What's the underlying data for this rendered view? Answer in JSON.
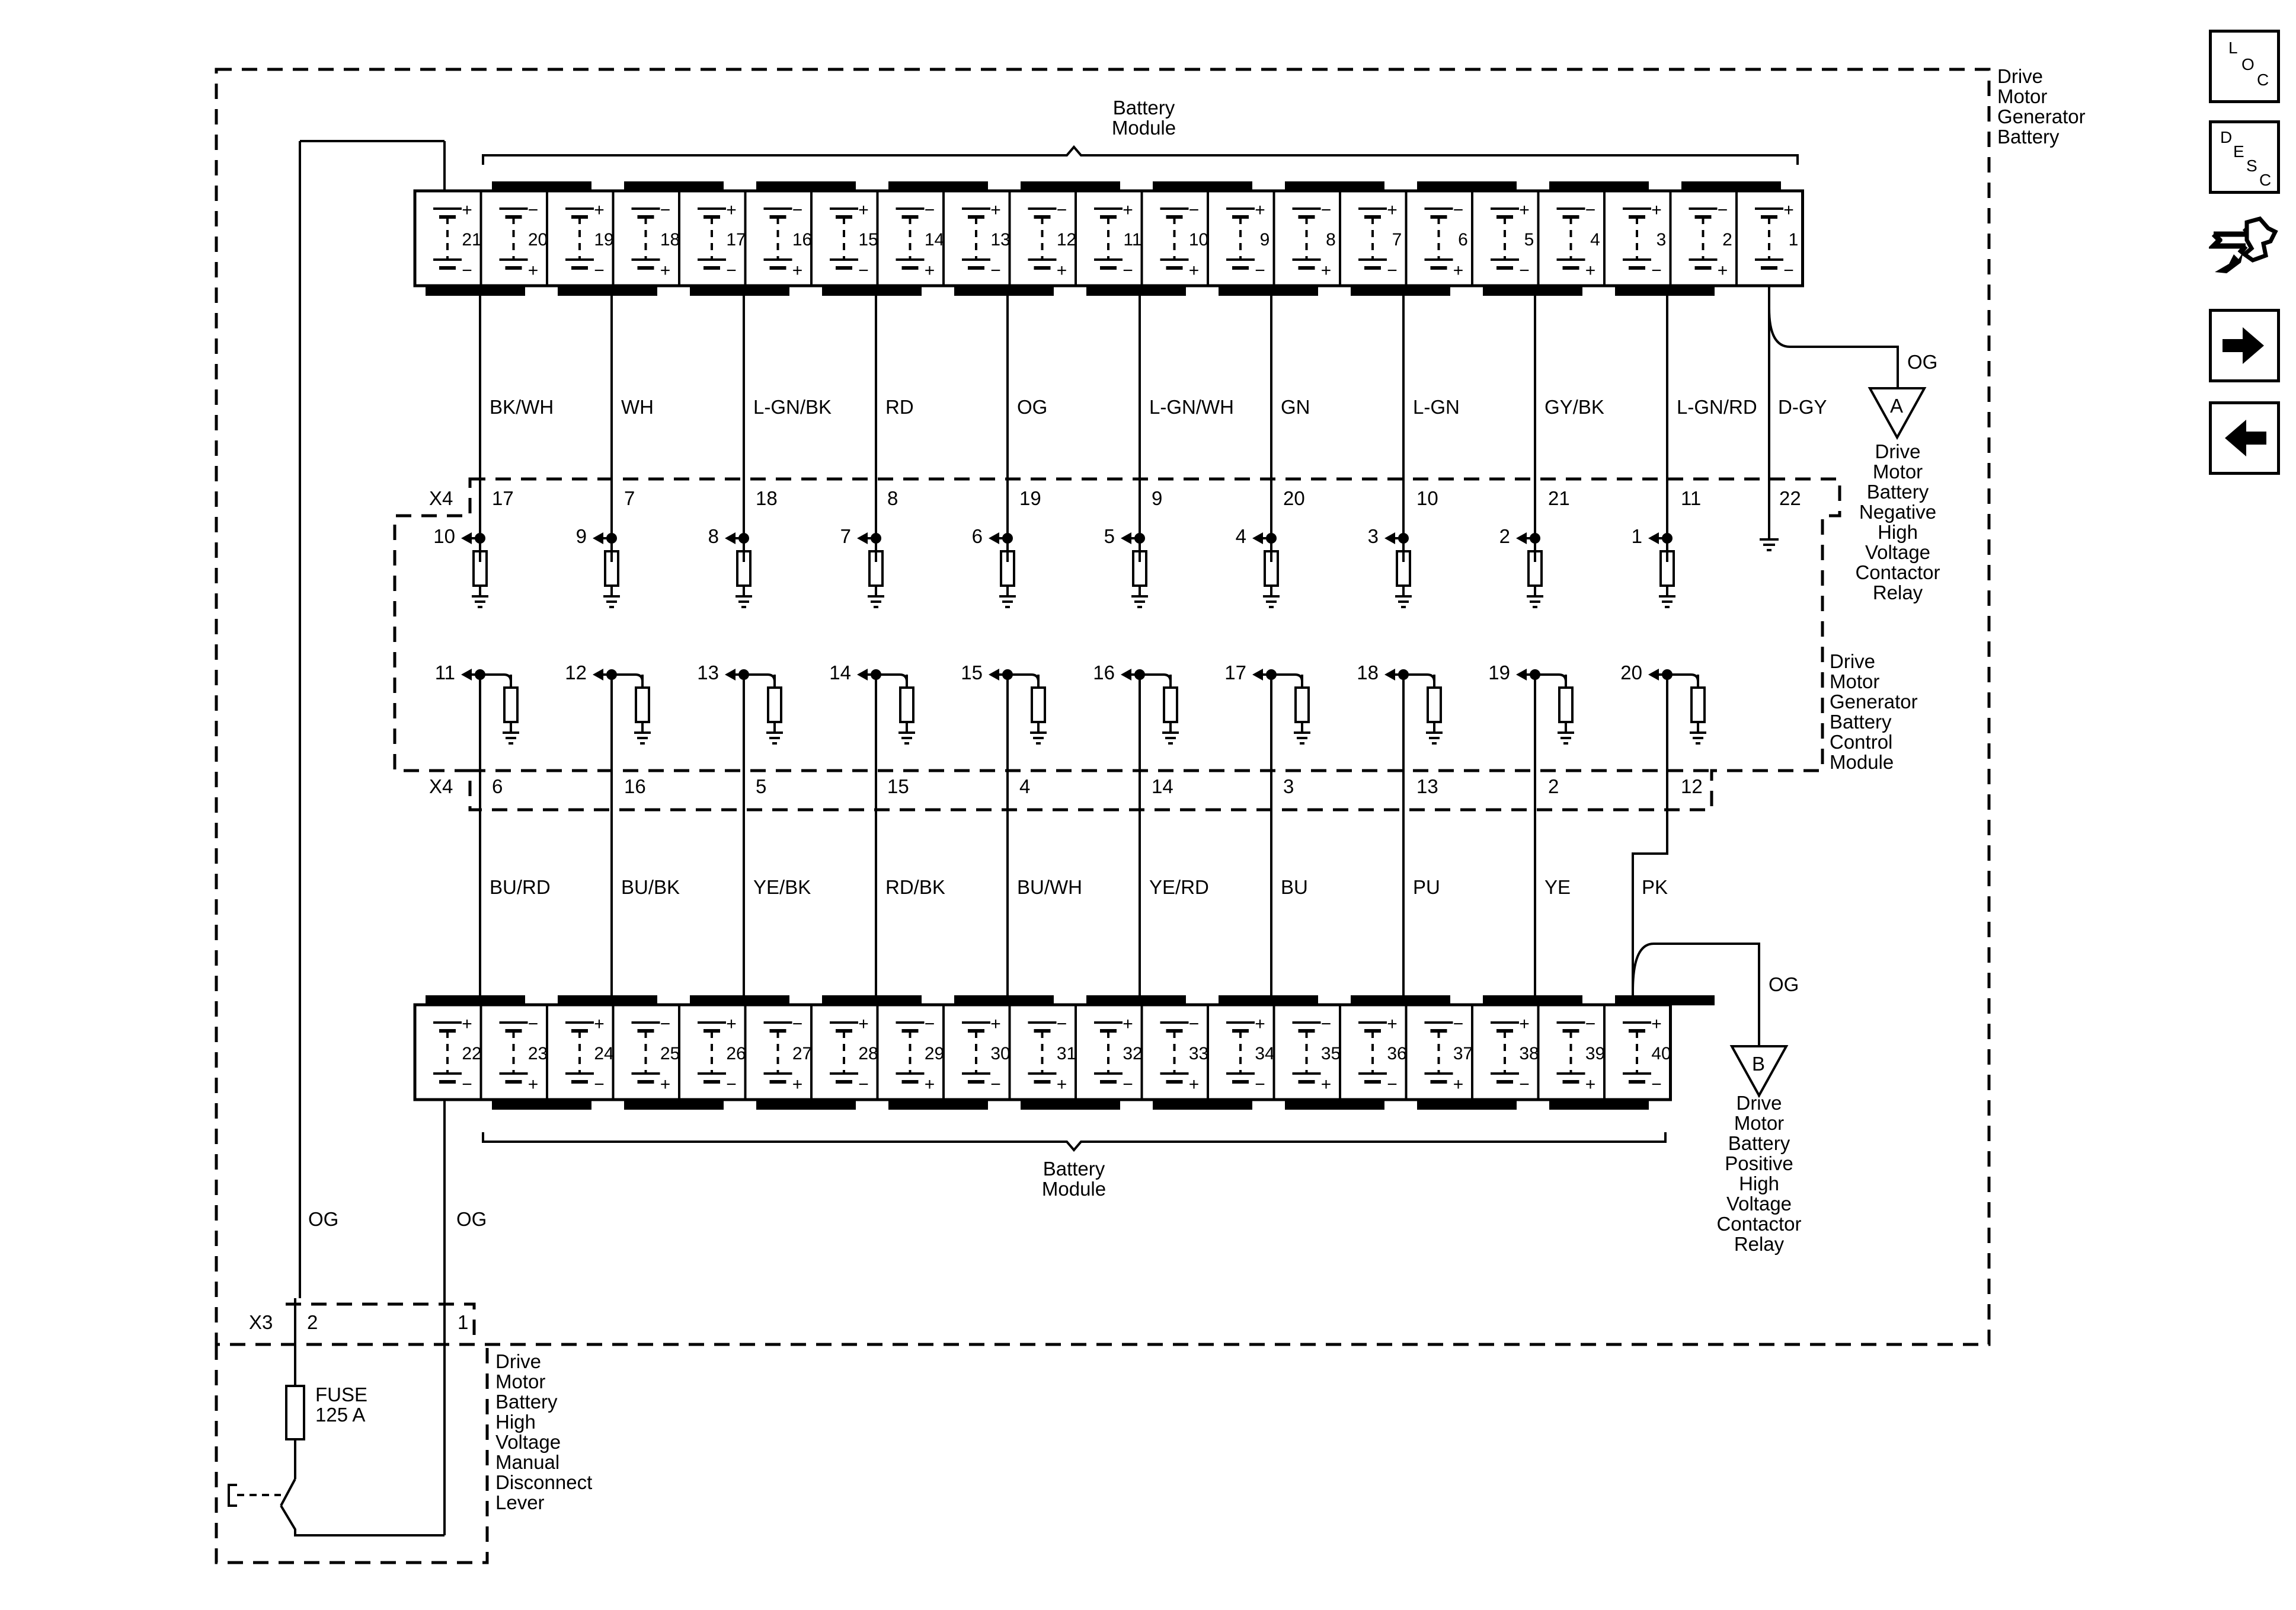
{
  "top_module": {
    "label_lines": [
      "Battery",
      "Module"
    ],
    "cells": [
      "21",
      "20",
      "19",
      "18",
      "17",
      "16",
      "15",
      "14",
      "13",
      "12",
      "11",
      "10",
      "9",
      "8",
      "7",
      "6",
      "5",
      "4",
      "3",
      "2",
      "1"
    ],
    "wire_colors": [
      "BK/WH",
      "WH",
      "L-GN/BK",
      "RD",
      "OG",
      "L-GN/WH",
      "GN",
      "L-GN",
      "GY/BK",
      "L-GN/RD",
      "D-GY"
    ]
  },
  "control_module": {
    "connector": "X4",
    "upper_pins": [
      "17",
      "7",
      "18",
      "8",
      "19",
      "9",
      "20",
      "10",
      "21",
      "11",
      "22"
    ],
    "upper_outputs": [
      "10",
      "9",
      "8",
      "7",
      "6",
      "5",
      "4",
      "3",
      "2",
      "1"
    ],
    "lower_outputs": [
      "11",
      "12",
      "13",
      "14",
      "15",
      "16",
      "17",
      "18",
      "19",
      "20"
    ],
    "lower_pins": [
      "6",
      "16",
      "5",
      "15",
      "4",
      "14",
      "3",
      "13",
      "2",
      "12"
    ],
    "label_lines": [
      "Drive",
      "Motor",
      "Generator",
      "Battery",
      "Control",
      "Module"
    ]
  },
  "bottom_module": {
    "label_lines": [
      "Battery",
      "Module"
    ],
    "cells": [
      "22",
      "23",
      "24",
      "25",
      "26",
      "27",
      "28",
      "29",
      "30",
      "31",
      "32",
      "33",
      "34",
      "35",
      "36",
      "37",
      "38",
      "39",
      "40"
    ],
    "wire_colors": [
      "BU/RD",
      "BU/BK",
      "YE/BK",
      "RD/BK",
      "BU/WH",
      "YE/RD",
      "BU",
      "PU",
      "YE",
      "PK"
    ]
  },
  "battery_label_lines": [
    "Drive",
    "Motor",
    "Generator",
    "Battery"
  ],
  "relay_negative": {
    "marker": "A",
    "wire": "OG",
    "label_lines": [
      "Drive",
      "Motor",
      "Battery",
      "Negative",
      "High",
      "Voltage",
      "Contactor",
      "Relay"
    ]
  },
  "relay_positive": {
    "marker": "B",
    "wire": "OG",
    "label_lines": [
      "Drive",
      "Motor",
      "Battery",
      "Positive",
      "High",
      "Voltage",
      "Contactor",
      "Relay"
    ]
  },
  "disconnect": {
    "connector": "X3",
    "pins": [
      "2",
      "1"
    ],
    "wires": [
      "OG",
      "OG"
    ],
    "fuse_lines": [
      "FUSE",
      "125 A"
    ],
    "label_lines": [
      "Drive",
      "Motor",
      "Battery",
      "High",
      "Voltage",
      "Manual",
      "Disconnect",
      "Lever"
    ]
  },
  "nav": {
    "loc": [
      "L",
      "O",
      "C"
    ],
    "desc": [
      "D",
      "E",
      "S",
      "C"
    ],
    "connector_icon": "connector-icon",
    "next_icon": "arrow-right-icon",
    "prev_icon": "arrow-left-icon"
  }
}
